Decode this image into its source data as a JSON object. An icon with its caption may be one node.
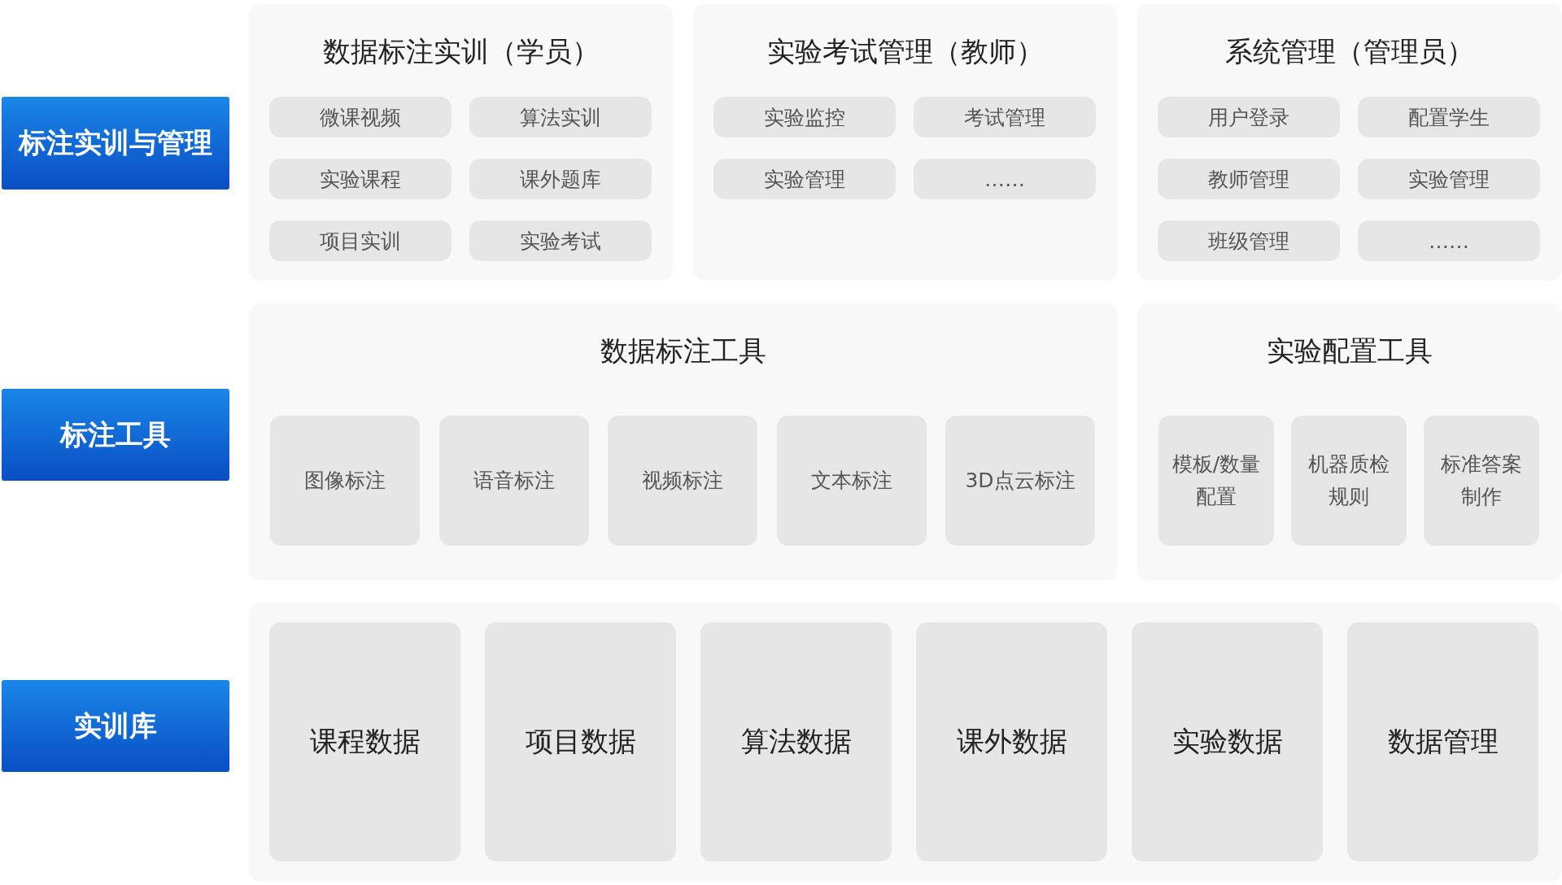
{
  "diagram": {
    "nodes": [
      {
        "text": [
          "标注实训与管理"
        ]
      },
      {
        "text": [
          "数据标注实训（学员）"
        ]
      },
      {
        "text": [
          "微课视频"
        ],
        "in": 1
      },
      {
        "text": [
          "算法实训"
        ],
        "in": 1
      },
      {
        "text": [
          "实验课程"
        ],
        "in": 1
      },
      {
        "text": [
          "课外题库"
        ],
        "in": 1
      },
      {
        "text": [
          "项目实训"
        ],
        "in": 1
      },
      {
        "text": [
          "实验考试"
        ],
        "in": 1
      },
      {
        "text": [
          "实验考试管理（教师）"
        ]
      },
      {
        "text": [
          "实验监控"
        ],
        "in": 8
      },
      {
        "text": [
          "考试管理"
        ],
        "in": 8
      },
      {
        "text": [
          "实验管理"
        ],
        "in": 8
      },
      {
        "text": [
          "……"
        ],
        "in": 8
      },
      {
        "text": [
          "系统管理（管理员）"
        ]
      },
      {
        "text": [
          "用户登录"
        ],
        "in": 13
      },
      {
        "text": [
          "配置学生"
        ],
        "in": 13
      },
      {
        "text": [
          "教师管理"
        ],
        "in": 13
      },
      {
        "text": [
          "实验管理"
        ],
        "in": 13
      },
      {
        "text": [
          "班级管理"
        ],
        "in": 13
      },
      {
        "text": [
          "……"
        ],
        "in": 13
      },
      {
        "text": [
          "标注工具"
        ]
      },
      {
        "text": [
          "数据标注工具"
        ]
      },
      {
        "text": [
          "图像标注"
        ],
        "in": 21
      },
      {
        "text": [
          "语音标注"
        ],
        "in": 21
      },
      {
        "text": [
          "视频标注"
        ],
        "in": 21
      },
      {
        "text": [
          "文本标注"
        ],
        "in": 21
      },
      {
        "text": [
          "3D点云标注"
        ],
        "in": 21
      },
      {
        "text": [
          "实验配置工具"
        ]
      },
      {
        "text": [
          "模板/数量配置"
        ],
        "in": 27
      },
      {
        "text": [
          "机器质检规则"
        ],
        "in": 27
      },
      {
        "text": [
          "标准答案制作"
        ],
        "in": 27
      },
      {
        "text": [
          "实训库"
        ]
      },
      {
        "text": [],
        "shape": "box"
      },
      {
        "text": [
          "课程数据"
        ],
        "in": 32
      },
      {
        "text": [
          "项目数据"
        ],
        "in": 32
      },
      {
        "text": [
          "算法数据"
        ],
        "in": 32
      },
      {
        "text": [
          "课外数据"
        ],
        "in": 32
      },
      {
        "text": [
          "实验数据"
        ],
        "in": 32
      },
      {
        "text": [
          "数据管理"
        ],
        "in": 32
      }
    ],
    "edges": []
  }
}
